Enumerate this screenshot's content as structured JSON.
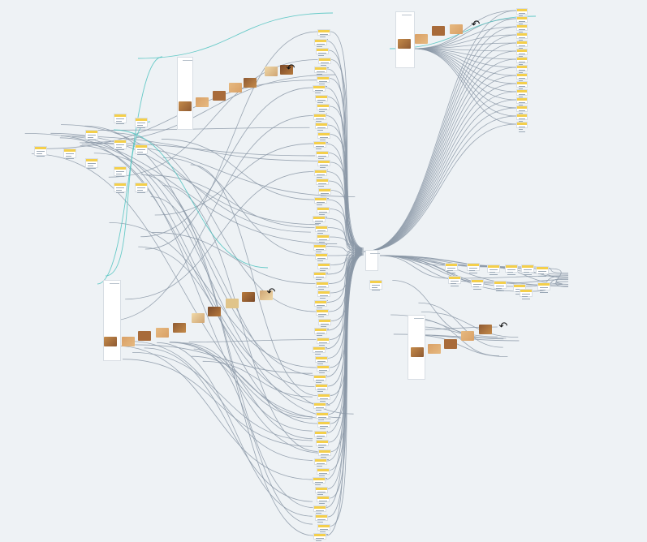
{
  "colors": {
    "background": "#eef2f5",
    "wire": "#8a97a6",
    "wire_accent": "#4fc3c0",
    "node_header": "#f4cf4a",
    "node_body": "#ffffff"
  },
  "icons": {
    "undo": "undo-icon"
  },
  "undo_glyph": "↶",
  "groups": {
    "top_right": {
      "thumb_count": 4,
      "undo": true
    },
    "top_left": {
      "thumb_count": 7,
      "undo": true
    },
    "bottom_left": {
      "thumb_count": 10,
      "undo": true
    },
    "bottom_right": {
      "thumb_count": 5,
      "undo": true
    }
  }
}
